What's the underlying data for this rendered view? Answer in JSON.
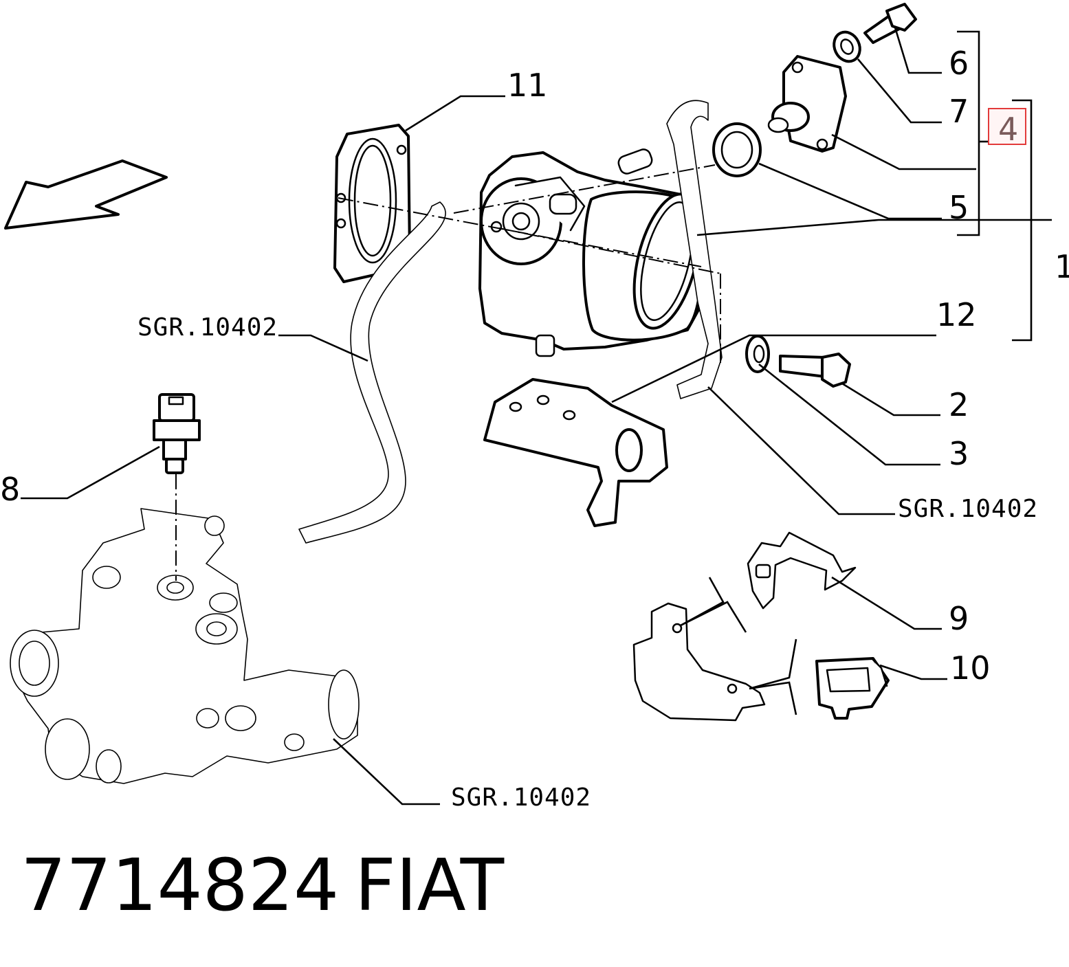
{
  "callouts": {
    "c1": "1",
    "c2": "2",
    "c3": "3",
    "c4": "4",
    "c5": "5",
    "c6": "6",
    "c7": "7",
    "c8": "8",
    "c9": "9",
    "c10": "10",
    "c11": "11",
    "c12": "12"
  },
  "references": {
    "hose": "SGR.10402",
    "pipe": "SGR.10402",
    "housing": "SGR.10402"
  },
  "footer": {
    "part_number": "7714824",
    "brand": "FIAT"
  },
  "colors": {
    "highlight_border": "#e23a3a",
    "highlight_fill": "#fff5f5",
    "line": "#000000"
  }
}
